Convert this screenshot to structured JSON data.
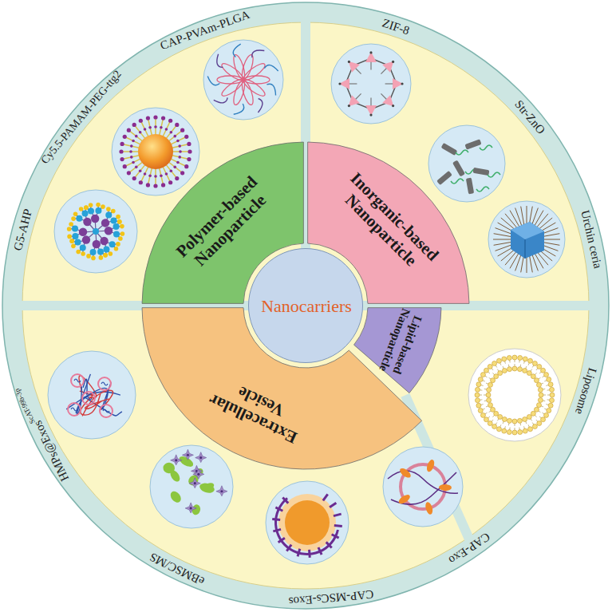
{
  "diagram": {
    "nodes": [
      {
        "text": [
          "Nanocarriers"
        ]
      },
      {
        "text": [
          "Polymer-based Nanoparticle"
        ]
      },
      {
        "text": [
          "Inorganic-based Nanoparticle"
        ]
      },
      {
        "text": [
          "Lipid-based Nanoparticle"
        ]
      },
      {
        "text": [
          "Extracellular Vesicle"
        ]
      }
    ],
    "labels": [
      "ZIF-8",
      "Str-ZnO",
      "Urchin ceria",
      "Liposome",
      "CAP-Exo",
      "CAP-MSCs-Exos",
      "eBMSC/MS",
      "HMPs@Exos",
      "ScAT-99b-3p",
      "G5-AHP",
      "Cy5.5-PAMAM-PEG-ttg2",
      "CAP-PVAm-PLGA"
    ]
  }
}
